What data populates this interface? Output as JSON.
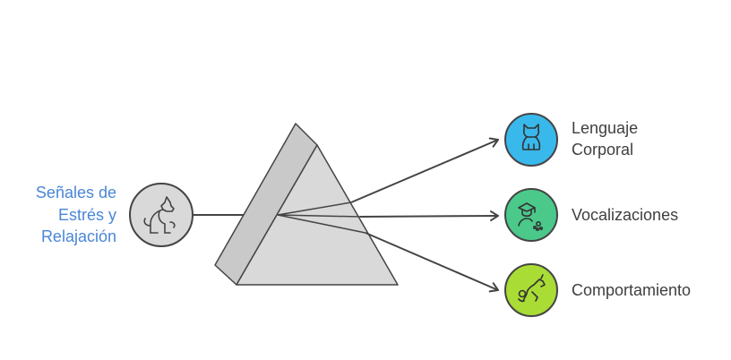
{
  "source": {
    "label_lines": [
      "Señales de",
      "Estrés y",
      "Relajación"
    ],
    "icon": "dog-icon",
    "fill": "#d9d9d9"
  },
  "outputs": [
    {
      "label_lines": [
        "Lenguaje",
        "Corporal"
      ],
      "icon": "cat-icon",
      "fill": "#39b8ec"
    },
    {
      "label_lines": [
        "Vocalizaciones"
      ],
      "icon": "trainer-paw-icon",
      "fill": "#4ac98a"
    },
    {
      "label_lines": [
        "Comportamiento"
      ],
      "icon": "dog-play-icon",
      "fill": "#a9dc35"
    }
  ],
  "colors": {
    "source_text": "#4a86d6",
    "output_text": "#3f3f3f",
    "stroke": "#444444",
    "prism_front": "#d9d9d9",
    "prism_side": "#c7c7c7"
  }
}
